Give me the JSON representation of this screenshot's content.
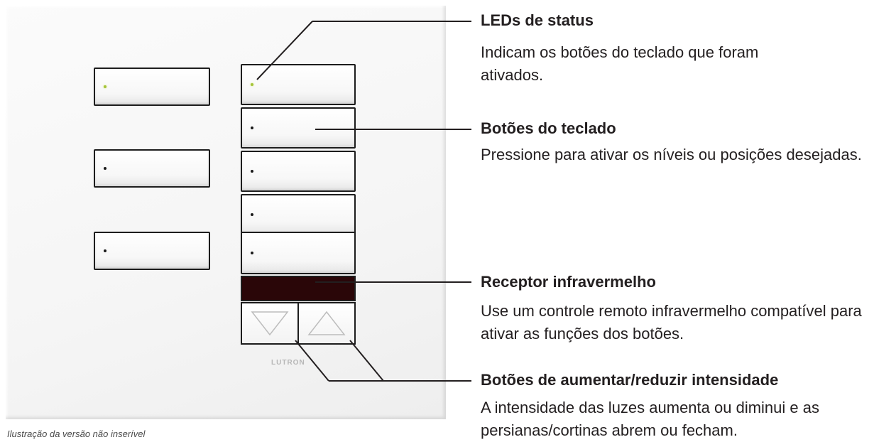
{
  "callouts": [
    {
      "title": "LEDs de status",
      "description": "Indicam os botões do teclado que foram ativados."
    },
    {
      "title": "Botões do teclado",
      "description": "Pressione para ativar os níveis ou posições desejadas."
    },
    {
      "title": "Receptor infravermelho",
      "description": "Use um controle remoto infravermelho compatível para ativar as funções dos botões."
    },
    {
      "title": "Botões de aumentar/reduzir intensidade",
      "description": "A intensidade das luzes aumenta ou diminui e as persianas/cortinas abrem  ou fecham."
    }
  ],
  "keypad": {
    "brand": "LUTRON",
    "left_column_leds": [
      "on",
      "off",
      "off"
    ],
    "right_column_leds": [
      "on",
      "off",
      "off",
      "off",
      "off"
    ],
    "led_on_color": "#a5c43a",
    "ir_receiver_color": "#2a0608"
  },
  "caption": "Ilustração da versão não inserível"
}
